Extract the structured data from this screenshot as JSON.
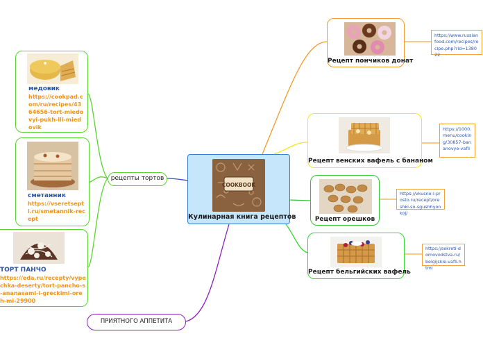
{
  "center": {
    "title": "Кулинарная книга рецептов",
    "image_text": "COOKBOOK"
  },
  "branches": {
    "donuts": {
      "label": "Рецепт пончиков донат",
      "url": "https://www.russianfood.com/recipes/recipe.php?rid=138022"
    },
    "viennese": {
      "label": "Рецепт венских вафель с бананом",
      "url": "https://1000.menu/cooking/30857-bananovye-vafli"
    },
    "nuts": {
      "label": "Рецепт орешков",
      "url": "https://vkusno-i-prosto.ru/recept/oreshki-so-sgushhyonkoj/"
    },
    "belgian": {
      "label": "Рецепт бельгийских вафель",
      "url": "https://sekreti-domovodstva.ru/belgijskie-vafli.html"
    },
    "cakes": {
      "label": "рецепты тортов"
    },
    "appetite": {
      "label": "ПРИЯТНОГО АППЕТИТА"
    }
  },
  "cakes": {
    "medovik": {
      "title": "медовик",
      "url": "https://cookpad.com/ru/recipes/4364656-tort-miedovyi-pukh-ili-miedovik"
    },
    "smetannik": {
      "title": "сметанник",
      "url": "https://vseretsepti.ru/smetannik-recept"
    },
    "pancho": {
      "title": "ТОРТ ПАНЧО",
      "url": "https://eda.ru/recepty/vypechka-deserty/tort-pancho-s-ananasami-i-greckimi-oreh-mi-29900"
    }
  }
}
